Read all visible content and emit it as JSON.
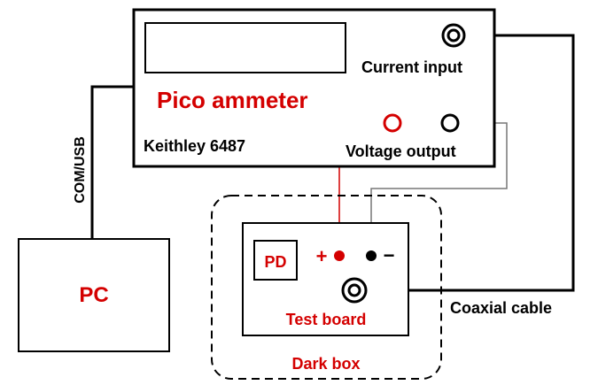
{
  "ammeter": {
    "title": "Pico ammeter",
    "model": "Keithley 6487",
    "current_input_label": "Current input",
    "voltage_output_label": "Voltage output"
  },
  "pc": {
    "label": "PC"
  },
  "link": {
    "label": "COM/USB"
  },
  "dark_box": {
    "label": "Dark box"
  },
  "test_board": {
    "label": "Test board",
    "pd_label": "PD",
    "plus_label": "+",
    "minus_label": "−"
  },
  "cable": {
    "label": "Coaxial cable"
  },
  "colors": {
    "accent_red": "#d40000",
    "line_black": "#000000",
    "line_gray": "#777777"
  }
}
